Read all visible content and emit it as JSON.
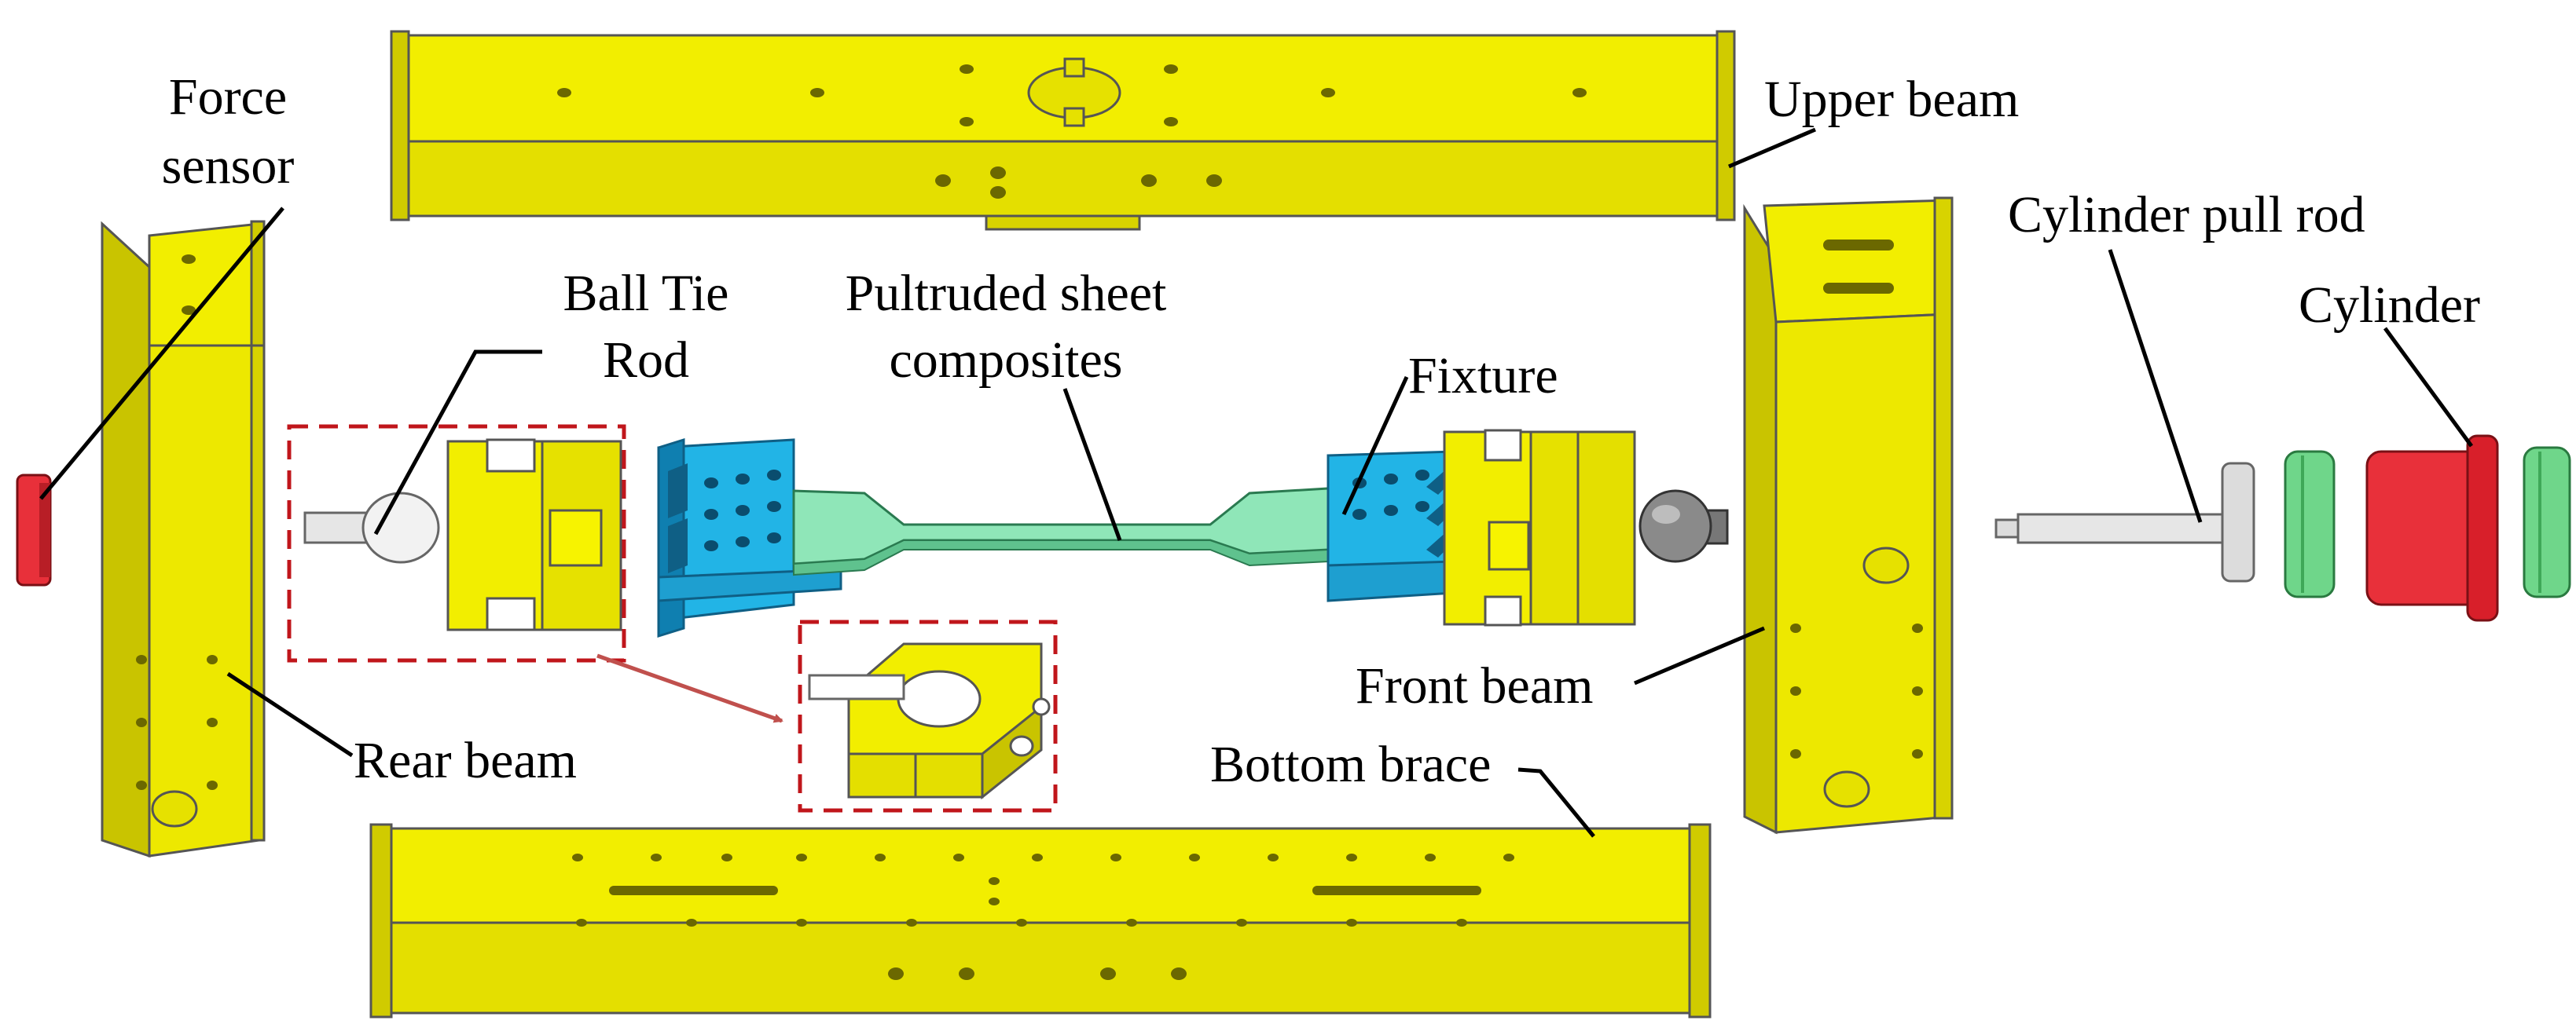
{
  "labels": {
    "force_sensor_line1": "Force",
    "force_sensor_line2": "sensor",
    "upper_beam": "Upper beam",
    "ball_tie_rod_line1": "Ball Tie",
    "ball_tie_rod_line2": "Rod",
    "pultruded_line1": "Pultruded sheet",
    "pultruded_line2": "composites",
    "fixture": "Fixture",
    "cylinder_pull_rod": "Cylinder pull rod",
    "cylinder": "Cylinder",
    "front_beam": "Front beam",
    "rear_beam": "Rear beam",
    "bottom_brace": "Bottom brace"
  },
  "colors": {
    "beam_yellow": "#f2ee00",
    "beam_shade": "#c9c400",
    "beam_dark": "#9a9600",
    "fixture_blue": "#22b4e6",
    "fixture_blue_dark": "#0f7fb0",
    "specimen_green": "#8fe6b8",
    "sensor_red": "#e8303a",
    "ring_green": "#6fd68a",
    "rod_gray": "#dcdcdc",
    "ball_gray": "#8a8a8a",
    "dashed_box": "#c0161b",
    "arrow": "#c0504d"
  }
}
